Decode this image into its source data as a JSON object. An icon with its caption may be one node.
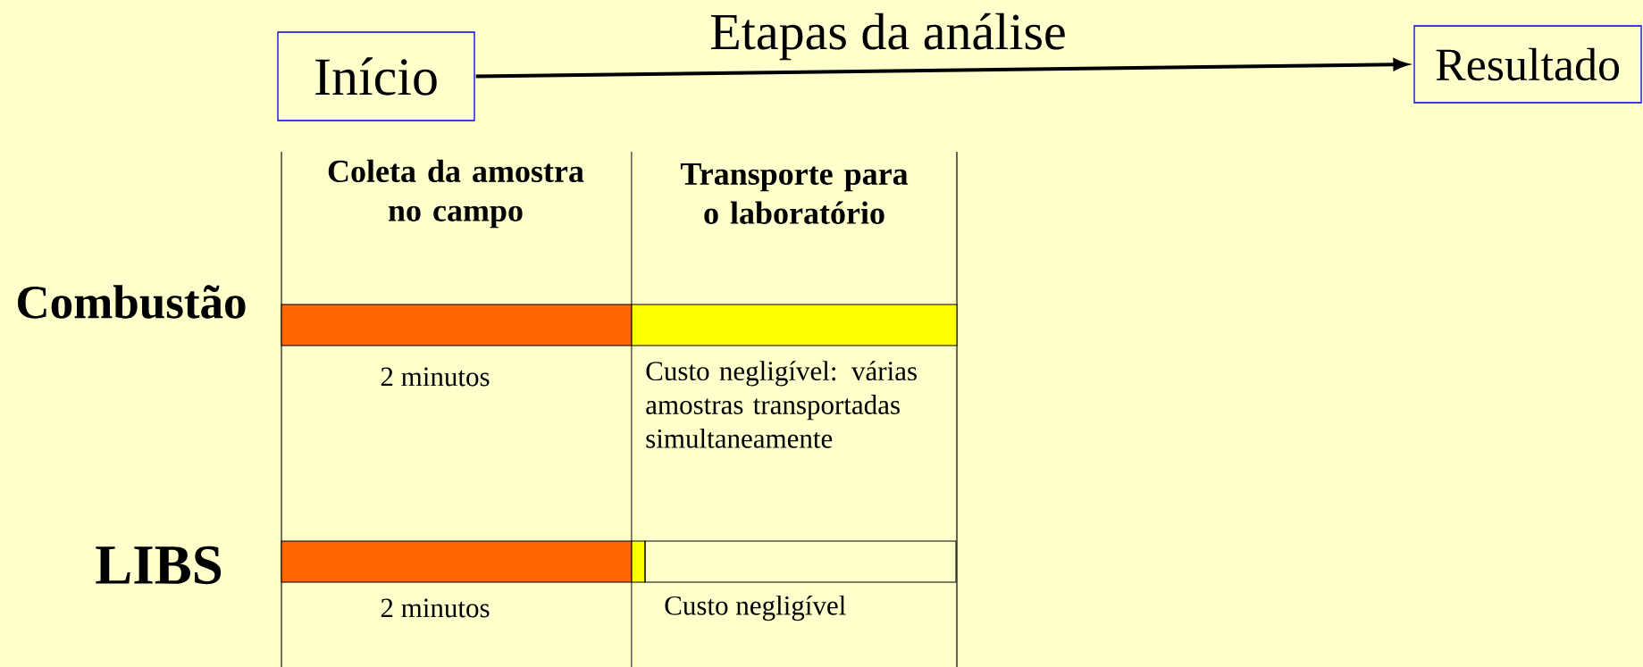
{
  "diagram": {
    "nodes": [
      {
        "text": [
          "Início"
        ]
      },
      {
        "text": [
          "Resultado"
        ]
      }
    ],
    "edges": [
      {
        "from": 0,
        "to": 1,
        "arrow": "to",
        "label": "Etapas da análise"
      }
    ],
    "labels": [
      "Coleta da amostra no campo",
      "Transporte para o laboratório",
      "Combustão",
      "2 minutos",
      "Custo negligível: várias amostras transportadas simultaneamente",
      "LIBS",
      "2 minutos",
      "Custo negligível"
    ]
  }
}
